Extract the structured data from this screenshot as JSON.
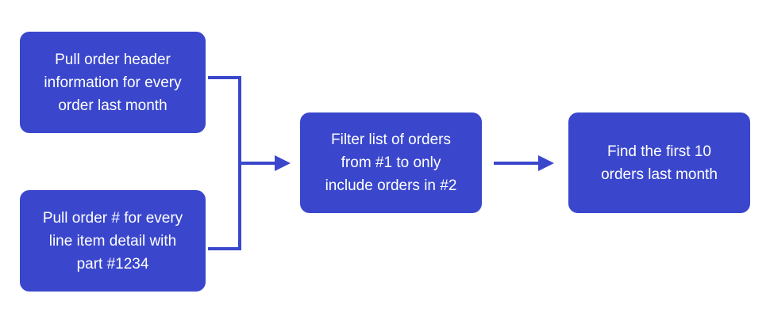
{
  "colors": {
    "box_fill": "#3a47cc",
    "box_text": "#ffffff",
    "connector": "#3a47cc"
  },
  "steps": [
    {
      "text": "Pull order header\ninformation for every\norder last month"
    },
    {
      "text": "Pull order # for every\nline item detail with\npart #1234"
    },
    {
      "text": "Filter list of orders\nfrom #1 to only\ninclude orders in #2"
    },
    {
      "text": "Find the first 10\norders last month"
    }
  ]
}
